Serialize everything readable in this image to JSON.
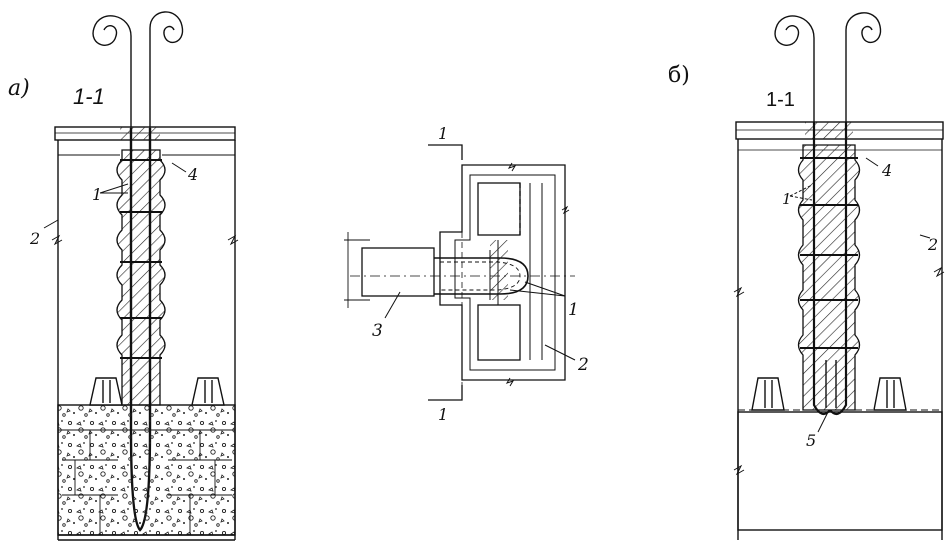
{
  "figure": {
    "panel_a": {
      "letter": "а)",
      "section": "1-1",
      "callouts": {
        "c1": "1",
        "c2": "2",
        "c4": "4"
      }
    },
    "plan": {
      "cut_top": "1",
      "cut_bottom": "1",
      "callouts": {
        "c1": "1",
        "c2": "2",
        "c3": "3"
      }
    },
    "panel_b": {
      "letter": "б)",
      "section": "1-1",
      "callouts": {
        "c1": "1",
        "c2": "2",
        "c4": "4",
        "c5": "5"
      }
    }
  }
}
